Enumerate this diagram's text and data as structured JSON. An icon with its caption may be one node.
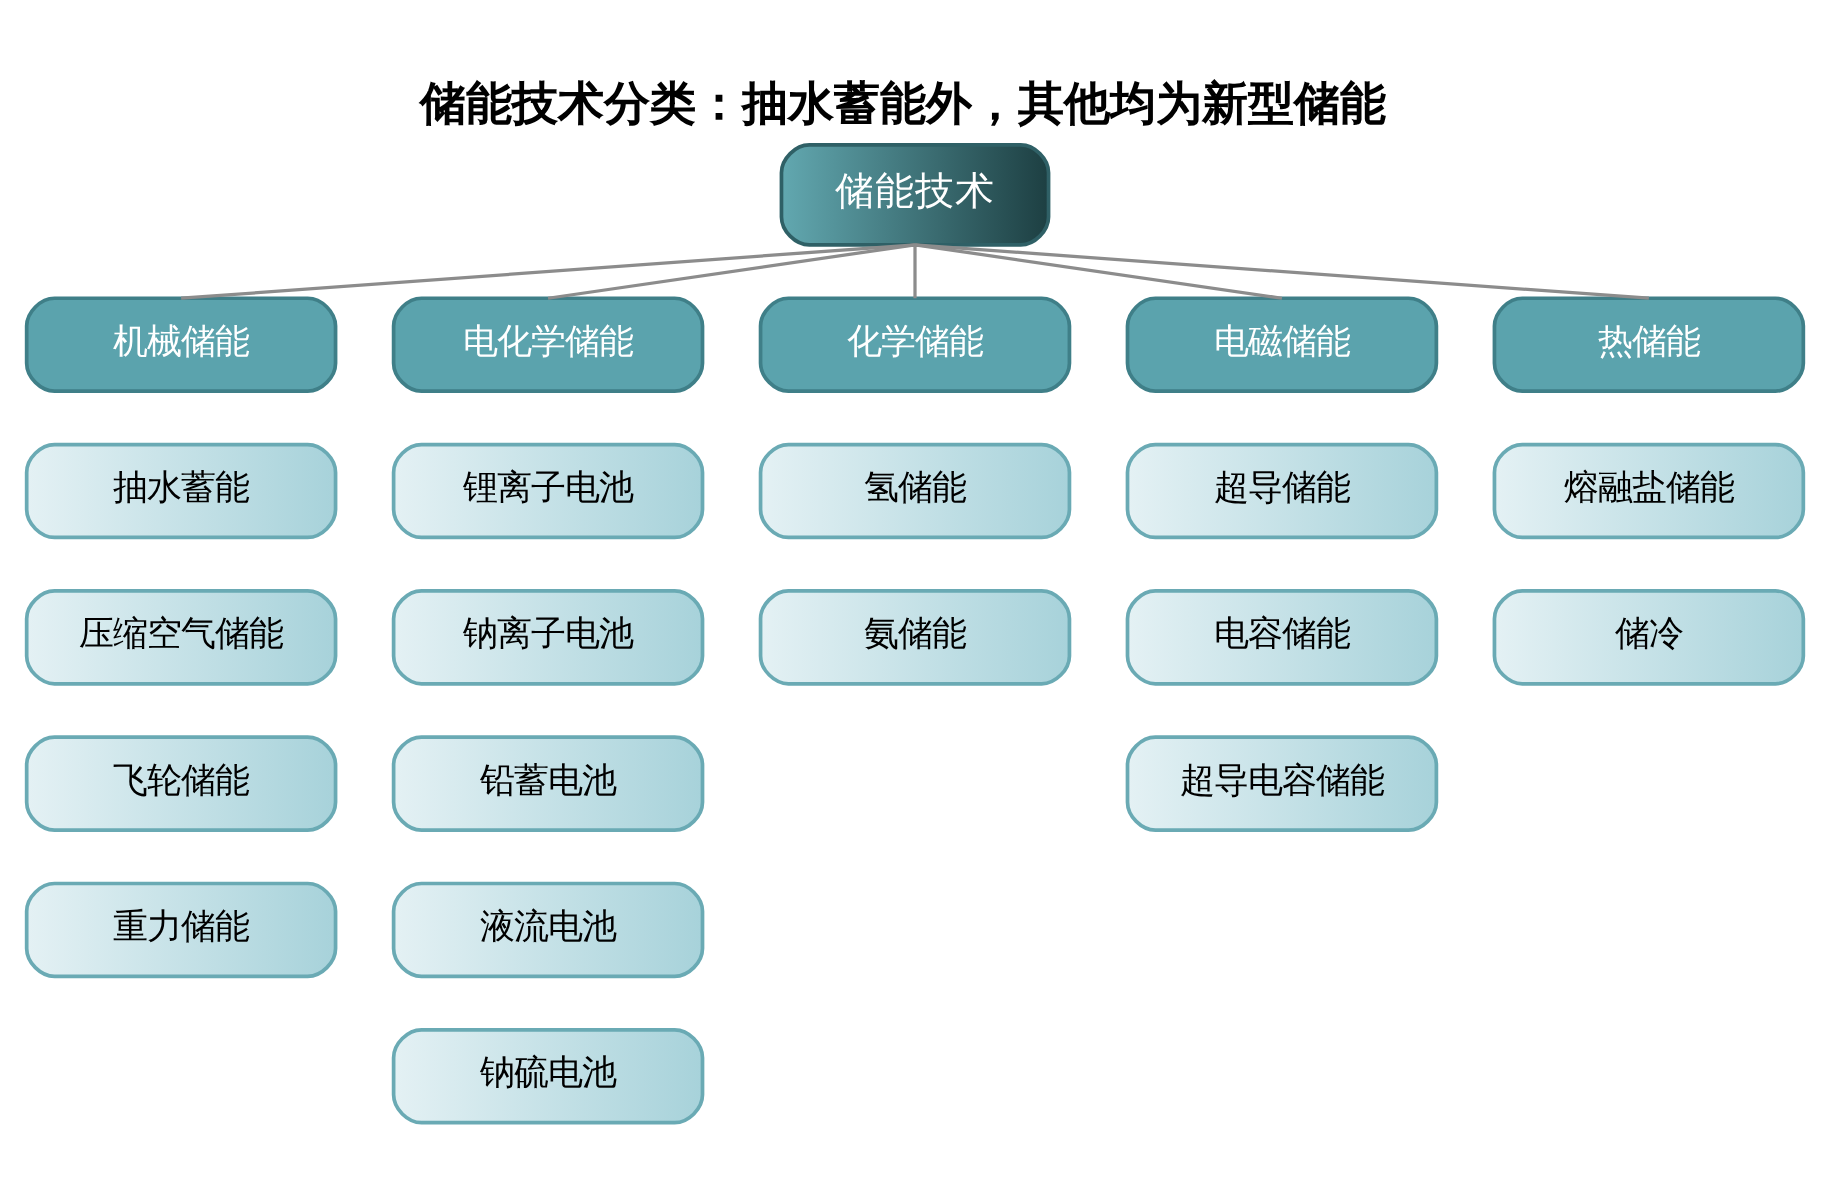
{
  "diagram": {
    "title": "储能技术分类：抽水蓄能外，其他均为新型储能",
    "nodes": [
      {
        "text": [
          "储能技术"
        ]
      },
      {
        "text": [
          "机械储能"
        ]
      },
      {
        "text": [
          "电化学储能"
        ]
      },
      {
        "text": [
          "化学储能"
        ]
      },
      {
        "text": [
          "电磁储能"
        ]
      },
      {
        "text": [
          "热储能"
        ]
      },
      {
        "text": [
          "抽水蓄能"
        ]
      },
      {
        "text": [
          "锂离子电池"
        ]
      },
      {
        "text": [
          "氢储能"
        ]
      },
      {
        "text": [
          "超导储能"
        ]
      },
      {
        "text": [
          "熔融盐储能"
        ]
      },
      {
        "text": [
          "压缩空气储能"
        ]
      },
      {
        "text": [
          "钠离子电池"
        ]
      },
      {
        "text": [
          "氨储能"
        ]
      },
      {
        "text": [
          "电容储能"
        ]
      },
      {
        "text": [
          "储冷"
        ]
      },
      {
        "text": [
          "飞轮储能"
        ]
      },
      {
        "text": [
          "铅蓄电池"
        ]
      },
      {
        "text": [
          "超导电容储能"
        ]
      },
      {
        "text": [
          "重力储能"
        ]
      },
      {
        "text": [
          "液流电池"
        ]
      },
      {
        "text": [
          "钠硫电池"
        ]
      }
    ],
    "edges": [
      {
        "from": 0,
        "to": 1,
        "arrow": "none"
      },
      {
        "from": 0,
        "to": 2,
        "arrow": "none"
      },
      {
        "from": 0,
        "to": 3,
        "arrow": "none"
      },
      {
        "from": 0,
        "to": 4,
        "arrow": "none"
      },
      {
        "from": 0,
        "to": 5,
        "arrow": "none"
      }
    ]
  }
}
